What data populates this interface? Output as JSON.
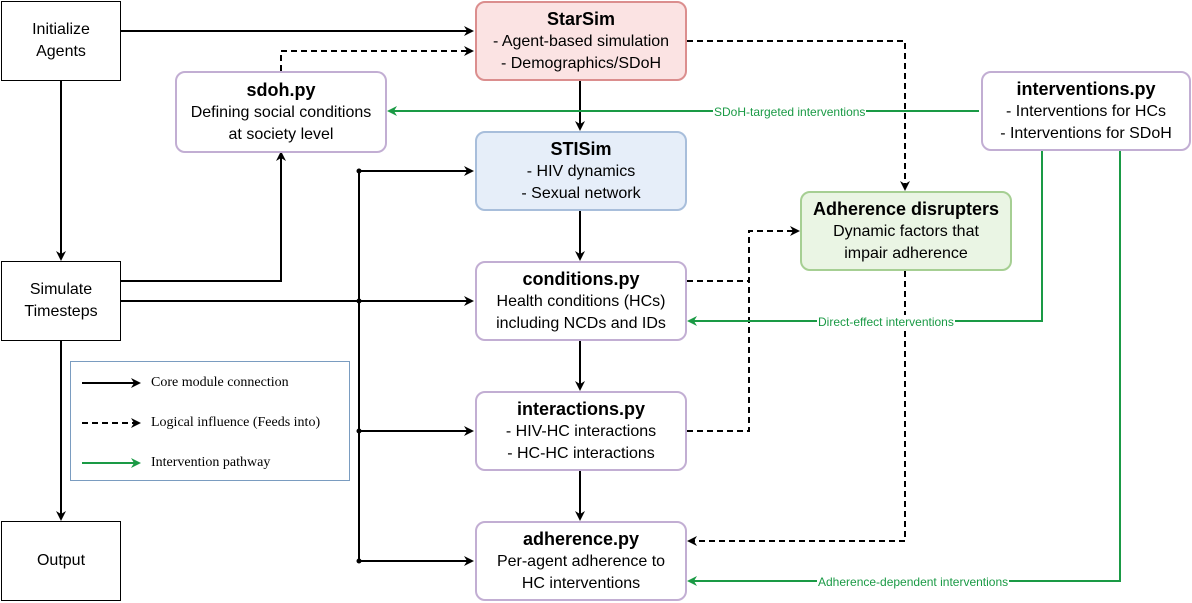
{
  "colors": {
    "core": "#000000",
    "intervention": "#1a9a45",
    "starsim_fill": "#fbe3e3",
    "stisim_fill": "#e6eef9",
    "disrupters_fill": "#eaf5e4"
  },
  "nodes": {
    "initialize": {
      "lines": [
        "Initialize",
        "Agents"
      ]
    },
    "simulate": {
      "lines": [
        "Simulate",
        "Timesteps"
      ]
    },
    "output": {
      "lines": [
        "Output"
      ]
    },
    "starsim": {
      "title": "StarSim",
      "lines": [
        "- Agent-based simulation",
        "- Demographics/SDoH"
      ]
    },
    "sdoh": {
      "title": "sdoh.py",
      "lines": [
        "Defining social conditions",
        "at society level"
      ]
    },
    "stisim": {
      "title": "STISim",
      "lines": [
        "- HIV dynamics",
        "- Sexual network"
      ]
    },
    "conditions": {
      "title": "conditions.py",
      "lines": [
        "Health conditions (HCs)",
        "including NCDs and IDs"
      ]
    },
    "interactions": {
      "title": "interactions.py",
      "lines": [
        "- HIV-HC interactions",
        "- HC-HC interactions"
      ]
    },
    "adherence": {
      "title": "adherence.py",
      "lines": [
        "Per-agent adherence to",
        "HC interventions"
      ]
    },
    "disrupters": {
      "title": "Adherence disrupters",
      "lines": [
        "Dynamic factors that",
        "impair adherence"
      ]
    },
    "interventions": {
      "title": "interventions.py",
      "lines": [
        "- Interventions for HCs",
        "- Interventions for SDoH"
      ]
    }
  },
  "edge_labels": {
    "sdoh_targeted": "SDoH-targeted interventions",
    "direct_effect": "Direct-effect interventions",
    "adherence_dependent": "Adherence-dependent interventions"
  },
  "legend": {
    "core": "Core module connection",
    "logical": "Logical influence (Feeds into)",
    "intervention": "Intervention pathway"
  }
}
